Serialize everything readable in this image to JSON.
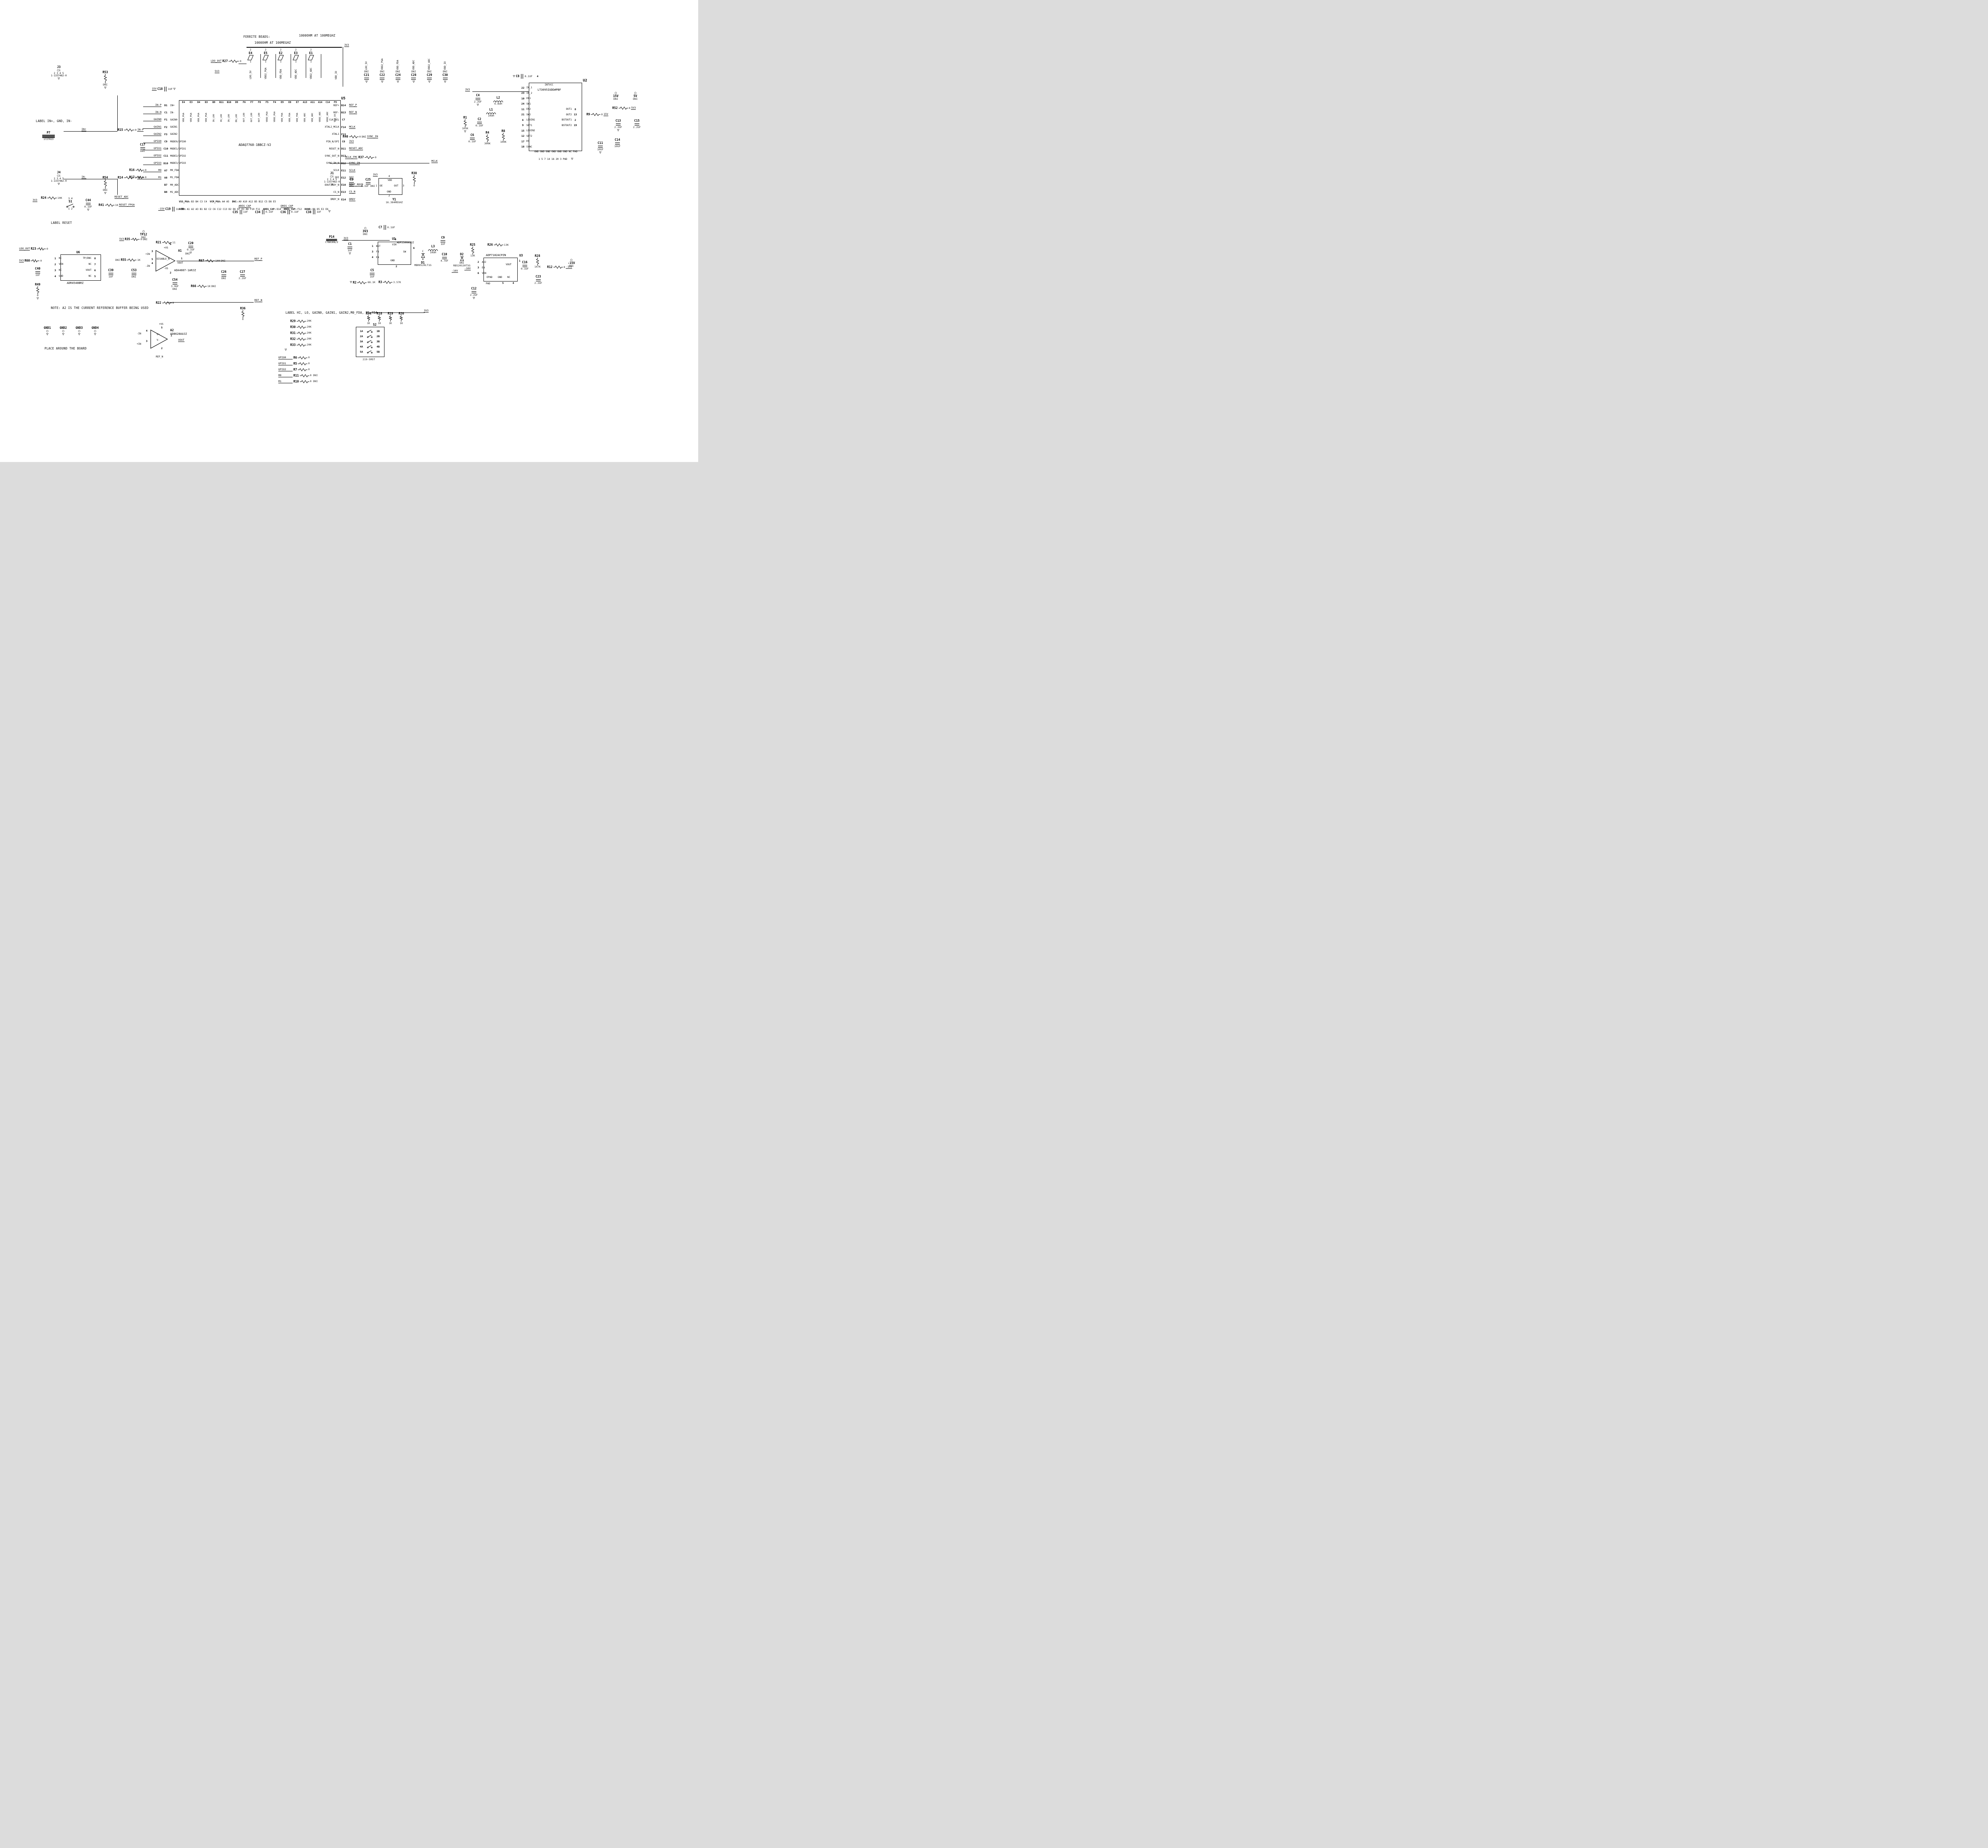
{
  "notes": {
    "ferrite_title": "FERRITE BEADS:",
    "ferrite_spec": "1000OHM AT 100MEGHZ",
    "ferrite_spec2": "1000OHM AT 100MEGHZ",
    "input_label": "LABEL IN+, GND, IN-",
    "reset_label": "LABEL RESET",
    "refbuf_note": "NOTE: A2 IS THE CURRENT REFERENCE BUFFER BEING USED",
    "gnd_note": "PLACE AROUND THE BOARD",
    "gain_label": "LABEL HI, LO, GAIN0, GAIN1, GAIN2,M0_FDA, M1_FDA"
  },
  "adc": {
    "ref": "U5",
    "part": "ADAQ7768-1BBCZ-V2",
    "left_pins": [
      {
        "num": "D1",
        "name": "IN+",
        "net": "IN-P"
      },
      {
        "num": "C1",
        "name": "IN-",
        "net": "IN-N"
      },
      {
        "num": "F1",
        "name": "GAIN0",
        "net": "GAIN0"
      },
      {
        "num": "F2",
        "name": "GAIN1",
        "net": "GAIN1"
      },
      {
        "num": "F3",
        "name": "GAIN2",
        "net": "GAIN2"
      },
      {
        "num": "C9",
        "name": "MODE0/GPIO0",
        "net": "GPIO0"
      },
      {
        "num": "C10",
        "name": "MODE1/GPIO1",
        "net": "GPIO1"
      },
      {
        "num": "C11",
        "name": "MODE2/GPIO2",
        "net": "GPIO2"
      },
      {
        "num": "D10",
        "name": "MODE3/GPIO3",
        "net": "GPIO3"
      },
      {
        "num": "A7",
        "name": "M0_FDA",
        "net": "M0"
      },
      {
        "num": "A8",
        "name": "M1_FDA",
        "net": "M1"
      },
      {
        "num": "B7",
        "name": "M0_ADC",
        "net": ""
      },
      {
        "num": "B8",
        "name": "M1_ADC",
        "net": ""
      }
    ],
    "top_pins": [
      {
        "num": "E4",
        "name": "VDD_PGA"
      },
      {
        "num": "E3",
        "name": "VDD_PGA"
      },
      {
        "num": "D4",
        "name": "VDD_PGA"
      },
      {
        "num": "D3",
        "name": "VDD_PGA"
      },
      {
        "num": "B9",
        "name": "IN_LDO"
      },
      {
        "num": "B11",
        "name": "IN_LDO"
      },
      {
        "num": "B10",
        "name": "IN_LDO"
      },
      {
        "num": "D9",
        "name": "EN_LDO"
      },
      {
        "num": "F6",
        "name": "OUT_LDO"
      },
      {
        "num": "F7",
        "name": "OUT_LDO"
      },
      {
        "num": "F8",
        "name": "OUT_LDO"
      },
      {
        "num": "F5",
        "name": "VDD2_PGA"
      },
      {
        "num": "F4",
        "name": "VDD2_PGA"
      },
      {
        "num": "E9",
        "name": "VDD_FDA"
      },
      {
        "num": "E8",
        "name": "VDD_FDA"
      },
      {
        "num": "E7",
        "name": "VDD_FDA"
      },
      {
        "num": "A13",
        "name": "VDD_ADC"
      },
      {
        "num": "A11",
        "name": "VDD_ADC"
      },
      {
        "num": "A14",
        "name": "VDD2_ADC"
      },
      {
        "num": "C14",
        "name": "VDD2_ADC"
      },
      {
        "num": "F9",
        "name": "VDD_IO"
      }
    ],
    "right_pins": [
      {
        "num": "B14",
        "name": "REF+",
        "net": "REF_P"
      },
      {
        "num": "B13",
        "name": "REF-",
        "net": "REF_N"
      },
      {
        "num": "C7",
        "name": "CLK_SEL",
        "net": ""
      },
      {
        "num": "F14",
        "name": "XTAL2_MCLK",
        "net": "MCLK"
      },
      {
        "num": "F13",
        "name": "XTAL1",
        "net": ""
      },
      {
        "num": "C8",
        "name": "PIN_N/SPI",
        "net": "3V3"
      },
      {
        "num": "D11",
        "name": "RESET_N",
        "net": "RESET_ADC"
      },
      {
        "num": "D13",
        "name": "SYNC_OUT_N",
        "net": ""
      },
      {
        "num": "D12",
        "name": "SYNC_IN_N",
        "net": "SYNC_IN"
      },
      {
        "num": "E11",
        "name": "SCLK",
        "net": "SCLK"
      },
      {
        "num": "E12",
        "name": "SDI",
        "net": "SDI"
      },
      {
        "num": "E10",
        "name": "DOUT/RDY_N",
        "net": "DOUT_RDYB"
      },
      {
        "num": "E13",
        "name": "CS_N",
        "net": "CS_N"
      },
      {
        "num": "E14",
        "name": "DRDY_N",
        "net": "DRDY"
      }
    ],
    "bottom_groups": [
      {
        "name": "VSS_PGA:",
        "pins": "B3 B4 C3 C4"
      },
      {
        "name": "VCM_PGA:",
        "pins": "A4 A5"
      },
      {
        "name": "DNC:",
        "pins": "A9 A10 A12 B5 B12 C5 D8 E5"
      },
      {
        "name": "AGND:",
        "pins": "A1 A2 A3 B1 B2 C2 C6 C12 C13 D2 D6 D7 E1 A6 F10 F11"
      },
      {
        "name": "AREG_CAP:",
        "pins": "D14"
      },
      {
        "name": "DREG_CAP:",
        "pins": "F12"
      },
      {
        "name": "DGND:",
        "pins": "B6 D5 E2 E6"
      }
    ]
  },
  "beads": {
    "rail": "3V3",
    "pin1": "1",
    "pin2": "2",
    "items": [
      {
        "ref": "E4",
        "net": "LDO_5V"
      },
      {
        "ref": "E5",
        "net": "VDD2_PGA"
      },
      {
        "ref": "E2",
        "net": "VDD_FDA"
      },
      {
        "ref": "E3",
        "net": "VDD_ADC"
      },
      {
        "ref": "E1",
        "net": "VDD2_ADC"
      }
    ],
    "direct_net": "VDD_IO"
  },
  "cap_bank": {
    "items": [
      {
        "ref": "C21",
        "net": "LDO_5V",
        "val": "DNI"
      },
      {
        "ref": "C22",
        "net": "VDD2_PGA",
        "val": "DNI"
      },
      {
        "ref": "C24",
        "net": "VDD_FDA",
        "val": "DNI"
      },
      {
        "ref": "C28",
        "net": "VDD_ADC",
        "val": "DNI"
      },
      {
        "ref": "C29",
        "net": "VDD2_ADC",
        "val": "DNI"
      },
      {
        "ref": "C30",
        "net": "VDD_IO",
        "val": "DNI"
      }
    ]
  },
  "input": {
    "j3": {
      "ref": "J3",
      "part": "1-1337482-0",
      "pin1": "1",
      "pins": "2 3 4 5"
    },
    "j4": {
      "ref": "J4",
      "part": "1-1337482-0",
      "pin1": "1",
      "pins": "2 3 4 5"
    },
    "p7": {
      "ref": "P7",
      "part": "1727023",
      "pins": [
        "3",
        "2",
        "1"
      ]
    },
    "r53": {
      "ref": "R53",
      "val": "DNI"
    },
    "r54": {
      "ref": "R54",
      "val": "DNI"
    },
    "r15": {
      "ref": "R15",
      "val": "0"
    },
    "r14": {
      "ref": "R14",
      "val": "0"
    },
    "c17": {
      "ref": "C17",
      "val": "DNI"
    },
    "net_inp": "IN+",
    "net_inn": "IN-",
    "net_inp2": "IN-P",
    "net_inn2": "IN-N"
  },
  "supply": {
    "c18": {
      "ref": "C18",
      "val": "1UF"
    },
    "net15": "15V",
    "r27": {
      "ref": "R27",
      "val": "0"
    },
    "ldo_out": "LDO_OUT",
    "v53": "5V3",
    "c19": {
      "ref": "C19",
      "val": "1UF"
    },
    "neg15": "-15V",
    "r16": {
      "ref": "R16",
      "val": "0"
    },
    "r17": {
      "ref": "R17",
      "val": "0"
    },
    "m0": "M0",
    "m1": "M1"
  },
  "areg": {
    "label_a": "AREG_CAP",
    "label_d": "DREG_CAP",
    "c35": {
      "ref": "C35",
      "val": "1UF"
    },
    "c34": {
      "ref": "C34",
      "val": "0.1UF"
    },
    "c36": {
      "ref": "C36",
      "val": "0.1UF"
    },
    "c38": {
      "ref": "C38",
      "val": "1UF"
    }
  },
  "reset": {
    "rail": "3V3",
    "r24": {
      "ref": "R24",
      "val": "10K"
    },
    "s1": {
      "ref": "S1",
      "top": "3 4",
      "bot": "1 2"
    },
    "c44": {
      "ref": "C44",
      "val": "0.1UF"
    },
    "r41": {
      "ref": "R41",
      "val": "1K"
    },
    "net_adc": "RESET_ADC",
    "net_fpga": "RESET_FPGA"
  },
  "clock": {
    "mclk_fmc": "MCLK_FMC",
    "r37": {
      "ref": "R37",
      "val": "0"
    },
    "j1": {
      "ref": "J1",
      "part": "1-1337482-0",
      "pin1": "1",
      "pins": "2 3 4 5"
    },
    "c3": {
      "ref": "C3",
      "val": "DNI"
    },
    "c25": {
      "ref": "C25",
      "val": "0.1UF DNI"
    },
    "rail": "3V3",
    "y1": {
      "ref": "Y1",
      "val": "16.384MEGHZ",
      "oe": "1",
      "vdd": "4",
      "out": "3",
      "gnd": "2",
      "oel": "OE",
      "vddl": "VDD",
      "outl": "OUT",
      "gndl": "GND"
    },
    "r38": {
      "ref": "R38",
      "val": "0"
    },
    "mclk": "MCLK",
    "r40": {
      "ref": "R40",
      "val": "0",
      "dni": "DNI"
    },
    "sync_in": "SYNC_IN"
  },
  "u2": {
    "ref": "U2",
    "part": "LT3095IUDD#PBF",
    "rail": "3V3",
    "c8": {
      "ref": "C8",
      "val": "0.1UF"
    },
    "intvcc_pin": "4",
    "intvcc": "INTVCC",
    "left_pins": [
      {
        "num": "22",
        "name": "IN_1"
      },
      {
        "num": "23",
        "name": "IN_2"
      },
      {
        "num": "10",
        "name": "EN1"
      },
      {
        "num": "24",
        "name": "SW1"
      },
      {
        "num": "11",
        "name": "EN2"
      },
      {
        "num": "21",
        "name": "SW2"
      },
      {
        "num": "6",
        "name": "LDOIN1"
      },
      {
        "num": "9",
        "name": "SET1"
      },
      {
        "num": "15",
        "name": "LDOIN2"
      },
      {
        "num": "12",
        "name": "SET2"
      },
      {
        "num": "17",
        "name": "RT"
      },
      {
        "num": "18",
        "name": "SYNC"
      }
    ],
    "right_pins": [
      {
        "num": "8",
        "name": "OUT1"
      },
      {
        "num": "13",
        "name": "OUT2"
      },
      {
        "num": "2",
        "name": "BSTOUT1"
      },
      {
        "num": "19",
        "name": "BSTOUT2"
      }
    ],
    "bottom_names": "GND GND GND GND GND GND NC PAD",
    "bottom_nums": "1 5 7 14 16 20 3 PAD",
    "c4": {
      "ref": "C4",
      "val": "2.2UF"
    },
    "l2": {
      "ref": "L2",
      "val": "6.8UH"
    },
    "l1": {
      "ref": "L1",
      "val": "10UH"
    },
    "r1": {
      "ref": "R1",
      "val": "105K"
    },
    "c2": {
      "ref": "C2",
      "val": "0.1UF"
    },
    "c6": {
      "ref": "C6",
      "val": "0.1UF"
    },
    "r4": {
      "ref": "R4",
      "val": "300K"
    },
    "r8": {
      "ref": "R8",
      "val": "100K"
    },
    "r9": {
      "ref": "R9",
      "val": "0"
    },
    "r52": {
      "ref": "R52",
      "val": "0"
    },
    "flag15": "15V",
    "flag15_dni": "DNI",
    "flag5": "5V",
    "flag5_dni": "DNI",
    "net15": "15V",
    "net53": "5V3",
    "c13": {
      "ref": "C13",
      "val": "2.2UF"
    },
    "c15": {
      "ref": "C15",
      "val": "2.2UF"
    },
    "c14": {
      "ref": "C14",
      "val": "10UF"
    },
    "c11": {
      "ref": "C11",
      "val": "10UF"
    }
  },
  "refblk": {
    "u6": {
      "ref": "U6",
      "part": "ADR4540BRZ",
      "left": [
        {
          "num": "1",
          "name": "NC"
        },
        {
          "num": "2",
          "name": "VIN"
        },
        {
          "num": "3",
          "name": "NC"
        },
        {
          "num": "4",
          "name": "GND"
        }
      ],
      "right": [
        {
          "num": "8",
          "name": "TP/DNC"
        },
        {
          "num": "7",
          "name": "NC"
        },
        {
          "num": "6",
          "name": "VOUT"
        },
        {
          "num": "5",
          "name": "NC"
        }
      ]
    },
    "r23": {
      "ref": "R23",
      "val": "0"
    },
    "ldo_out": "LDO_OUT",
    "r60": {
      "ref": "R60",
      "val": "0"
    },
    "v53": "5V3",
    "c40": {
      "ref": "C40",
      "val": "1UF"
    },
    "r49": {
      "ref": "R49",
      "val": "0"
    },
    "c39": {
      "ref": "C39",
      "val": "1UF"
    },
    "r55": {
      "ref": "R55",
      "val": "1K",
      "dni": "DNI"
    },
    "c53": {
      "ref": "C53",
      "val": "DNI"
    }
  },
  "a1": {
    "ref": "A1",
    "dni": "DNI",
    "part": "ADA4807-1ARJZ",
    "p_inp": "3",
    "p_inn": "4",
    "p_dis": "5",
    "p_vsp": "6",
    "p_vsn": "2",
    "p_out": "1",
    "l_inp": "+IN",
    "l_inn": "-IN",
    "l_dis": "DISABLE_N",
    "l_vsp": "+VS",
    "l_vsn": "-VS",
    "l_out": "VOUT",
    "l_refn": "REF_N",
    "tp12": "TP12",
    "tp12_dni": "DNI",
    "r35": {
      "ref": "R35",
      "val": "0",
      "dni": "DNI"
    },
    "v53": "5V3",
    "r21": {
      "ref": "R21",
      "val": "11"
    },
    "c20": {
      "ref": "C20",
      "val": "0.1UF"
    },
    "r67": {
      "ref": "R67",
      "val": "100",
      "dni": "DNI"
    },
    "c54": {
      "ref": "C54",
      "val": "3.9UF",
      "dni": "DNI"
    },
    "r66": {
      "ref": "R66",
      "val": "1K",
      "dni": "DNI"
    },
    "c26": {
      "ref": "C26",
      "val": "DNI"
    },
    "c27": {
      "ref": "C27",
      "val": "2.2UF"
    },
    "r22": {
      "ref": "R22",
      "val": "0"
    },
    "r36": {
      "ref": "R36",
      "val": "0"
    },
    "ref_p": "REF_P",
    "ref_n": "REF_N"
  },
  "a2": {
    "ref": "A2",
    "part": "AD8628AUJZ",
    "p_inn": "4",
    "p_inp": "3",
    "p_vp": "5",
    "p_vn": "2",
    "p_out": "1",
    "l_inn": "-IN",
    "l_inp": "+IN",
    "l_vp": "V+",
    "l_vn": "V-",
    "vs": "+VS",
    "ref_n": "REF_N",
    "vout": "VOUT"
  },
  "gnds": {
    "items": [
      "GND1",
      "GND2",
      "GND3",
      "GND4"
    ],
    "pin": "1"
  },
  "u1": {
    "ref": "U1",
    "part": "ADP2300AUJZ",
    "p14": {
      "ref": "P14",
      "part": "CTB0308/2",
      "pins": [
        "1",
        "2"
      ]
    },
    "rail": "3V3",
    "flag": "3V3",
    "flag_dni": "DNI",
    "c1": {
      "ref": "C1",
      "val": "1UF"
    },
    "c7": {
      "ref": "C7",
      "val": "0.1UF"
    },
    "left_pins": [
      {
        "num": "1",
        "name": "BST"
      },
      {
        "num": "3",
        "name": "FB"
      },
      {
        "num": "4",
        "name": "EN"
      }
    ],
    "pin_vin": "5",
    "l_vin": "VIN",
    "pin_sw": "6",
    "l_sw": "SW",
    "pin_gnd": "2",
    "l_gnd": "GND",
    "c5": {
      "ref": "C5",
      "val": "1UF"
    },
    "r2": {
      "ref": "R2",
      "val": "68.1K"
    },
    "r3": {
      "ref": "R3",
      "val": "3.57K"
    },
    "d1": {
      "ref": "D1",
      "part": "MBR0520LT1G",
      "c": "C",
      "a": "A"
    },
    "l3": {
      "ref": "L3",
      "val": "10UH"
    },
    "c9": {
      "ref": "C9",
      "val": "1UF"
    },
    "c10": {
      "ref": "C10",
      "val": "4.7UF"
    },
    "d2": {
      "ref": "D2",
      "part": "RB520S30T5G",
      "dni": "DNI"
    },
    "net": "-16V"
  },
  "u3": {
    "ref": "U3",
    "part": "ADP7182ACPZN",
    "left_pins": [
      {
        "num": "2",
        "name": "ADJ"
      },
      {
        "num": "3",
        "name": "EN"
      },
      {
        "num": "6",
        "name": "VIN"
      }
    ],
    "pin_out": "1",
    "l_out": "VOUT",
    "l_epad": "EPAD",
    "pin_gnd": "5",
    "l_gnd": "GND",
    "pin_nc": "4",
    "l_nc": "NC",
    "pad": "PAD",
    "r25": {
      "ref": "R25",
      "val": "13K"
    },
    "r26": {
      "ref": "R26",
      "val": "13K"
    },
    "c16": {
      "ref": "C16",
      "val": "0.1UF"
    },
    "r28": {
      "ref": "R28",
      "val": "147K"
    },
    "r12": {
      "ref": "R12",
      "val": "0"
    },
    "flag": "-15V",
    "flag_dni": "DNI",
    "net_in": "-16V",
    "net_out": "-15V",
    "c23": {
      "ref": "C23",
      "val": "2.2UF"
    },
    "c12": {
      "ref": "C12",
      "val": "2.2UF"
    }
  },
  "gain": {
    "rail": "3V3",
    "pull_dn": [
      {
        "ref": "R29",
        "val": "20K"
      },
      {
        "ref": "R30",
        "val": "20K"
      },
      {
        "ref": "R31",
        "val": "20K"
      },
      {
        "ref": "R32",
        "val": "20K"
      },
      {
        "ref": "R33",
        "val": "20K"
      }
    ],
    "pull_up": [
      {
        "ref": "R34",
        "val": "1K"
      },
      {
        "ref": "R18",
        "val": "1K"
      },
      {
        "ref": "R19",
        "val": "1K"
      },
      {
        "ref": "R20",
        "val": "1K"
      }
    ],
    "s2": {
      "ref": "S2",
      "part": "219-5MST",
      "rows": [
        {
          "a": "1A",
          "b": "1B"
        },
        {
          "a": "2A",
          "b": "2B"
        },
        {
          "a": "3A",
          "b": "3B"
        },
        {
          "a": "4A",
          "b": "4B"
        },
        {
          "a": "5A",
          "b": "5B"
        }
      ]
    },
    "nets": [
      "GAIN0",
      "GAIN1",
      "GAIN2"
    ],
    "series": [
      {
        "ref": "R6",
        "val": "0",
        "net": "GPIO0"
      },
      {
        "ref": "R5",
        "val": "0",
        "net": "GPIO1"
      },
      {
        "ref": "R7",
        "val": "0",
        "net": "GPIO2"
      },
      {
        "ref": "R11",
        "val": "0 DNI",
        "net": "M0"
      },
      {
        "ref": "R10",
        "val": "0 DNI",
        "net": "M1"
      }
    ]
  }
}
